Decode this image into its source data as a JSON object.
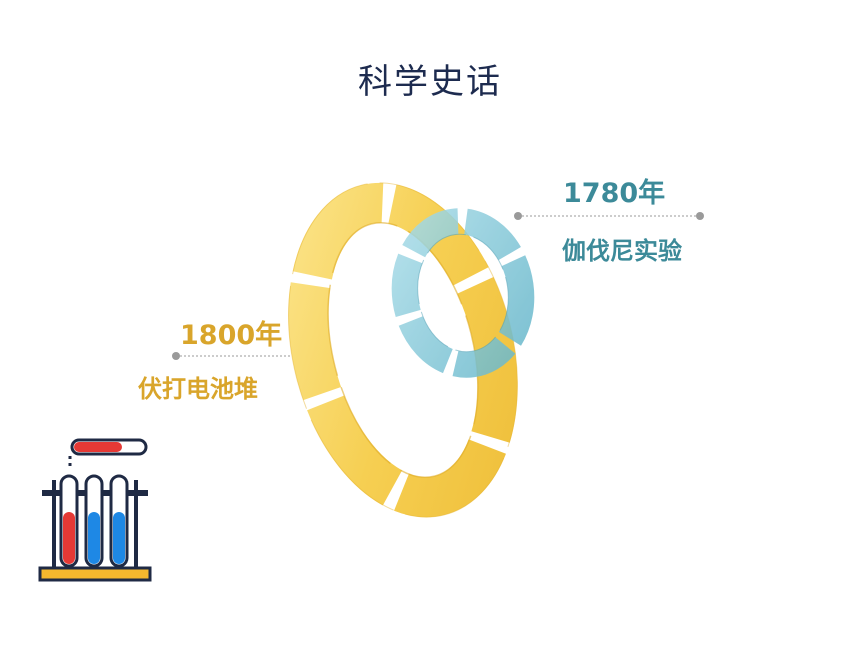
{
  "slide": {
    "title": "科学史话"
  },
  "events": [
    {
      "year": "1780年",
      "name": "伽伐尼实验",
      "color": "#3c8a99"
    },
    {
      "year": "1800年",
      "name": "伏打电池堆",
      "color": "#d9a52b"
    }
  ],
  "colors": {
    "title": "#1d2b4f",
    "gold_ring": "#f7d35e",
    "blue_ring": "#82c8d8",
    "connector": "#9a9a9a"
  },
  "icons": {
    "rings": "interlocked-rings-icon",
    "lab": "test-tube-rack-icon"
  }
}
